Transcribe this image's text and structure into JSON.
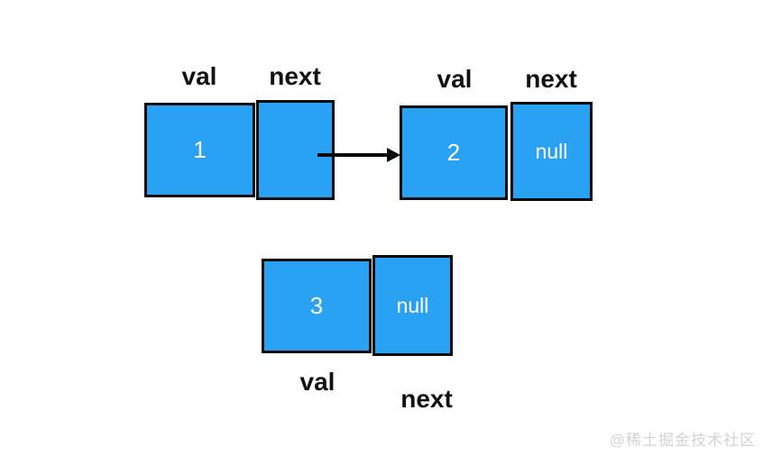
{
  "diagram": {
    "kind": "singly-linked-list",
    "nodes": [
      {
        "val_label": "val",
        "next_label": "next",
        "val": "1",
        "next": "",
        "labels_position": "above"
      },
      {
        "val_label": "val",
        "next_label": "next",
        "val": "2",
        "next": "null",
        "labels_position": "above"
      },
      {
        "val_label": "val",
        "next_label": "next",
        "val": "3",
        "next": "null",
        "labels_position": "below"
      }
    ],
    "arrow": {
      "from_node": 1,
      "to_node": 2
    }
  },
  "watermark": "@稀土掘金技术社区",
  "colors": {
    "box_fill": "#29A2F4",
    "box_border": "#0a0a0a",
    "label_text": "#111111",
    "value_text": "#ffffff",
    "arrow_color": "#0a0a0a",
    "watermark_text": "#d3d3d3",
    "background": "#ffffff"
  }
}
